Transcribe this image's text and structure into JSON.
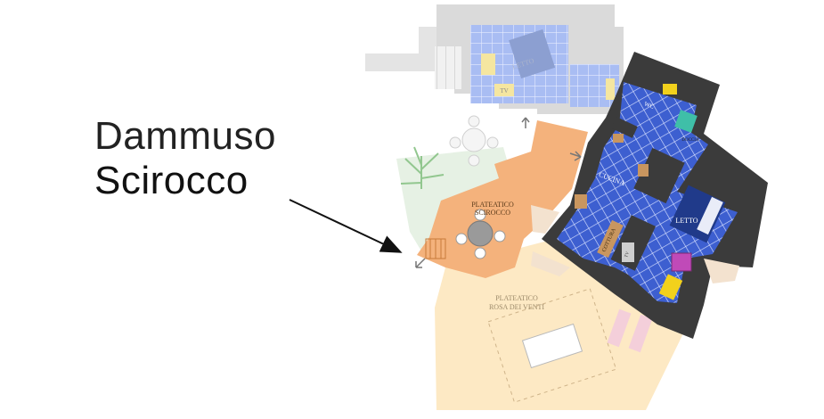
{
  "title": {
    "line1": "Dammuso",
    "line2": "Scirocco"
  },
  "rooms": {
    "letto_top": "LETTO",
    "tv_top": "TV",
    "wc": "WC",
    "doccia": "DOCCIA",
    "cucina": "CUCINA",
    "letto": "LETTO",
    "cottura": "COTTURA",
    "tv": "TV",
    "plateatico_scirocco": [
      "PLATEATICO",
      "SCIROCCO"
    ],
    "plateatico_rosa": [
      "PLATEATICO",
      "ROSA DEI VENTI"
    ]
  },
  "colors": {
    "tile_blue": "#3d5fd0",
    "grout": "#d7e0ff",
    "wall_dark": "#3b3b3b",
    "terrace_orange": "#f4b27c",
    "terrace_light": "#fde9c4",
    "garden_green": "#e6f1e4",
    "bed_navy": "#203a8a",
    "accent_yellow": "#f2d11c",
    "accent_teal": "#3fbfa8",
    "accent_magenta": "#c04ab8"
  }
}
